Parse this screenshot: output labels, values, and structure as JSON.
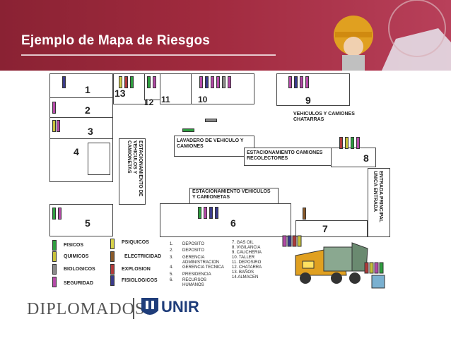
{
  "header": {
    "title": "Ejemplo de Mapa de Riesgos"
  },
  "colors": {
    "fisicos": "#2e9e3f",
    "quimicos": "#c8c23a",
    "biologicos": "#8a8a8a",
    "seguridad": "#b54aa8",
    "psiquicos": "#d7d24a",
    "electricidad": "#8a5a2a",
    "explosion": "#b03a3a",
    "fisiologicos": "#3a3a8a",
    "frame": "#444444"
  },
  "map": {
    "rooms": {
      "r1": "1",
      "r2": "2",
      "r3": "3",
      "r4": "4",
      "r5": "5",
      "r6": "6",
      "r7": "7",
      "r8": "8",
      "r9": "9",
      "r10": "10",
      "r11": "11",
      "r12": "12",
      "r13": "13"
    },
    "labels": {
      "vehiculos_chatarras": "VEHICULOS Y CAMIONES CHATARRAS",
      "lavadero": "LAVADERO DE VEHICULO Y CAMIONES",
      "est_recolectores": "ESTACIONAMIENTO CAMIONES RECOLECTORES",
      "est_vehiculos_camionetas": "ESTACIONAMIENTO VEHICULOS Y CAMIONETAS",
      "est_vertical": "ESTACIONAMIENTO DE VEHICULOS Y CAMIONETAS",
      "entrada": "ENTRADA PRINCIPAL UNICA ENTRADA"
    }
  },
  "legend": {
    "col1": [
      "FISICOS",
      "QUIMICOS",
      "BIOLOGICOS",
      "SEGURIDAD"
    ],
    "col2": [
      "PSIQUICOS",
      "ELECTRICIDAD",
      "EXPLOSION",
      "FISIOLOGICOS"
    ]
  },
  "areas": {
    "nums": [
      "1.",
      "2.",
      "3.",
      "4.",
      "5.",
      "6."
    ],
    "names": [
      "DEPOSITO",
      "DEPOSITO",
      "GERENCIA ADMINISTRACION",
      "GERENCIA TECNICA",
      "PRESIDENCIA",
      "RECURSOS HUMANOS"
    ],
    "more": [
      "7. GAS OIL",
      "8. VIGILANCIA",
      "9. CAUCHERIA",
      "10. TALLER",
      "11. DEPOSIRO",
      "12. CHATARRA",
      "13. BAÑOS",
      "14.ALMACEN"
    ]
  },
  "footer": {
    "brand": "DIPLOMADOS",
    "unir": "UNIR"
  }
}
